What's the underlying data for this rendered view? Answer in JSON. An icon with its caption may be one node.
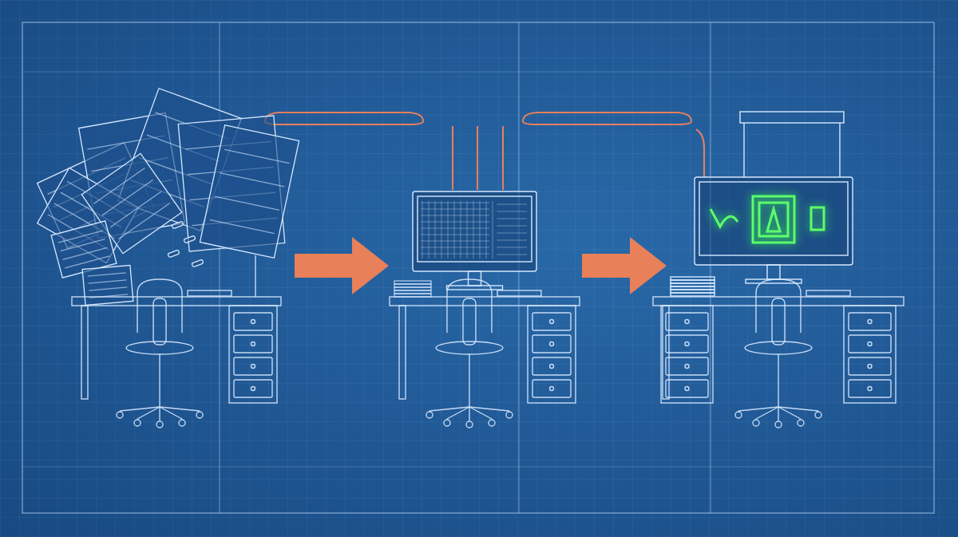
{
  "diagram": {
    "nodes": [
      {
        "text": [],
        "shape": "picture"
      },
      {
        "text": [],
        "shape": "picture"
      },
      {
        "text": [],
        "shape": "picture"
      }
    ],
    "edges": [
      {
        "from": 0,
        "to": 1,
        "arrow": "to"
      },
      {
        "from": 1,
        "to": 2,
        "arrow": "to"
      }
    ]
  }
}
